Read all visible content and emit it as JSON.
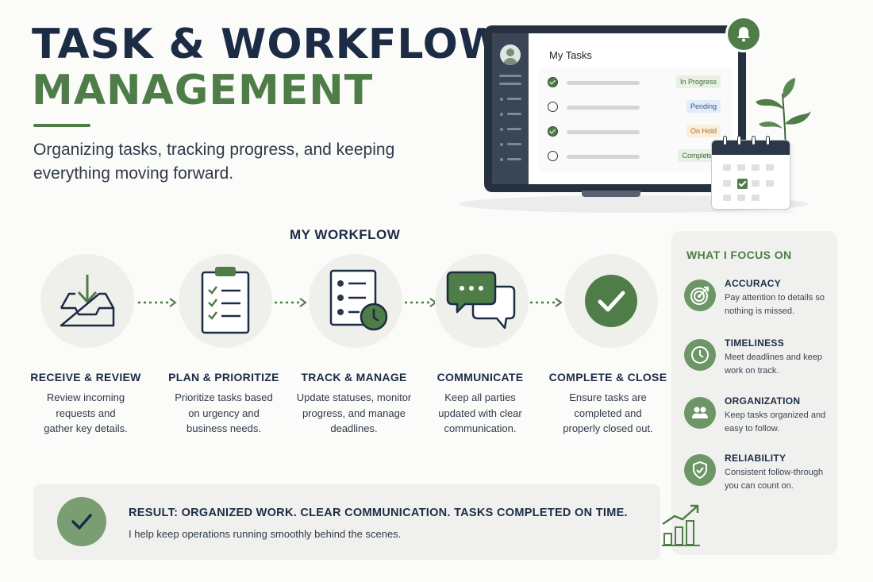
{
  "header": {
    "title_line1": "TASK & WORKFLOW",
    "title_line2": "MANAGEMENT",
    "subtitle": "Organizing tasks, tracking progress, and keeping everything moving forward."
  },
  "mockup": {
    "screen_title": "My Tasks",
    "tasks": [
      {
        "status": "In Progress",
        "checked": true
      },
      {
        "status": "Pending",
        "checked": false
      },
      {
        "status": "On Hold",
        "checked": true
      },
      {
        "status": "Completed",
        "checked": false
      }
    ]
  },
  "workflow": {
    "heading": "MY WORKFLOW",
    "steps": [
      {
        "icon": "inbox-download-icon",
        "title": "RECEIVE & REVIEW",
        "desc": "Review incoming requests and gather key details."
      },
      {
        "icon": "clipboard-checklist-icon",
        "title": "PLAN & PRIORITIZE",
        "desc": "Prioritize tasks based on urgency and business needs."
      },
      {
        "icon": "list-clock-icon",
        "title": "TRACK & MANAGE",
        "desc": "Update statuses, monitor progress, and manage deadlines."
      },
      {
        "icon": "chat-bubbles-icon",
        "title": "COMMUNICATE",
        "desc": "Keep all parties updated with clear communication."
      },
      {
        "icon": "check-circle-icon",
        "title": "COMPLETE & CLOSE",
        "desc": "Ensure tasks are completed and properly closed out."
      }
    ]
  },
  "focus": {
    "heading": "WHAT I FOCUS ON",
    "items": [
      {
        "icon": "target-icon",
        "title": "ACCURACY",
        "desc": "Pay attention to details so nothing is missed."
      },
      {
        "icon": "clock-icon",
        "title": "TIMELINESS",
        "desc": "Meet deadlines and keep work on track."
      },
      {
        "icon": "people-icon",
        "title": "ORGANIZATION",
        "desc": "Keep tasks organized and easy to follow."
      },
      {
        "icon": "shield-check-icon",
        "title": "RELIABILITY",
        "desc": "Consistent follow-through you can count on."
      }
    ]
  },
  "result": {
    "title": "RESULT: ORGANIZED WORK. CLEAR COMMUNICATION. TASKS COMPLETED ON TIME.",
    "subtitle": "I help keep operations running smoothly behind the scenes."
  },
  "colors": {
    "navy": "#1c2c45",
    "green": "#4e7d47",
    "panel": "#f0f1ee"
  }
}
